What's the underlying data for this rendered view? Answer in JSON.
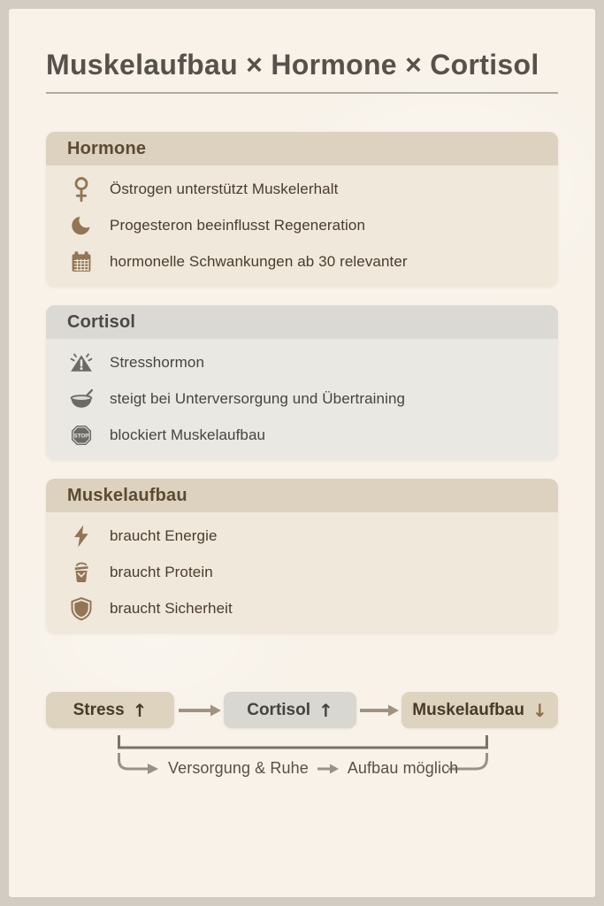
{
  "page": {
    "title": "Muskelaufbau × Hormone × Cortisol"
  },
  "cards": [
    {
      "title": "Hormone",
      "theme": "tan",
      "items": [
        {
          "icon": "female-icon",
          "text": "Östrogen unterstützt Muskelerhalt"
        },
        {
          "icon": "moon-icon",
          "text": "Progesteron beeinflusst Regeneration"
        },
        {
          "icon": "calendar-icon",
          "text": "hormonelle Schwankungen ab 30 relevanter"
        }
      ]
    },
    {
      "title": "Cortisol",
      "theme": "gray",
      "items": [
        {
          "icon": "warning-icon",
          "text": "Stresshormon"
        },
        {
          "icon": "bowl-icon",
          "text": "steigt bei Unterversorgung und Übertraining"
        },
        {
          "icon": "stop-icon",
          "icon_label": "STOP",
          "text": "blockiert Muskelaufbau"
        }
      ]
    },
    {
      "title": "Muskelaufbau",
      "theme": "tan",
      "items": [
        {
          "icon": "lightning-icon",
          "text": "braucht Energie"
        },
        {
          "icon": "shaker-icon",
          "text": "braucht Protein"
        },
        {
          "icon": "shield-icon",
          "text": "braucht Sicherheit"
        }
      ]
    }
  ],
  "flow": {
    "nodes": [
      {
        "label": "Stress",
        "arrow": "↑",
        "theme": "tan"
      },
      {
        "label": "Cortisol",
        "arrow": "↑",
        "theme": "gray"
      },
      {
        "label": "Muskelaufbau",
        "arrow": "↓",
        "theme": "tan"
      }
    ],
    "loop": {
      "label_1": "Versorgung & Ruhe",
      "label_2": "Aufbau möglich"
    }
  },
  "colors": {
    "page_bg": "#f8f2e9",
    "frame": "#d3ccc2",
    "tan_header": "#dcd2bf",
    "tan_body": "#efe8db",
    "gray_header": "#dbd9d3",
    "gray_body": "#eae8e2",
    "brown_icon": "#927553",
    "brown_text": "#4b3c2b",
    "gray_icon": "#6c6a64",
    "gray_text": "#46443e",
    "title_text": "#56514b",
    "underline": "#b2aba1",
    "connector_arrow": "#a2937f",
    "bracket_line": "#7a7267",
    "loop_line": "#979187",
    "down_arrow": "#8a6d42"
  }
}
